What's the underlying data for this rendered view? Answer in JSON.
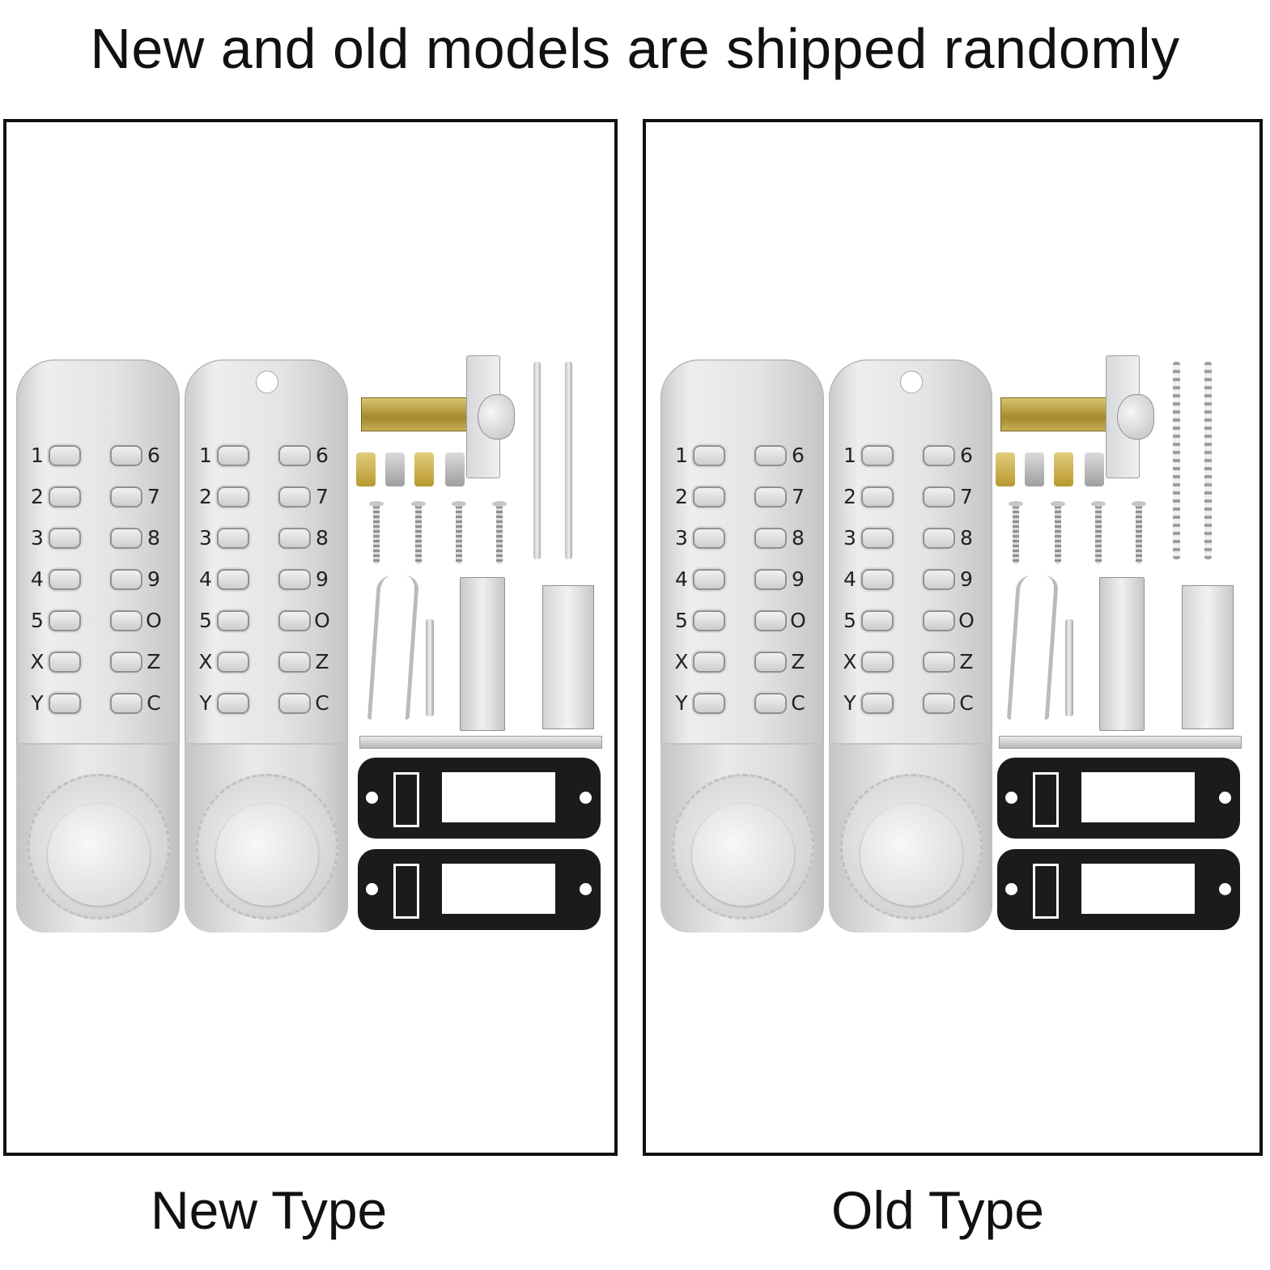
{
  "headline": "New and old models are shipped randomly",
  "panels": [
    {
      "caption": "New Type",
      "knurled_long_screws": false
    },
    {
      "caption": "Old Type",
      "knurled_long_screws": true
    }
  ],
  "keypad": {
    "rows": [
      {
        "left": "1",
        "right": "6"
      },
      {
        "left": "2",
        "right": "7"
      },
      {
        "left": "3",
        "right": "8"
      },
      {
        "left": "4",
        "right": "9"
      },
      {
        "left": "5",
        "right": "O"
      },
      {
        "left": "X",
        "right": "Z"
      },
      {
        "left": "Y",
        "right": "C"
      }
    ]
  },
  "colors": {
    "border": "#111111",
    "gasket": "#1b1b1b",
    "brass": "#c7ae55",
    "steel": "#e2e4e5"
  }
}
